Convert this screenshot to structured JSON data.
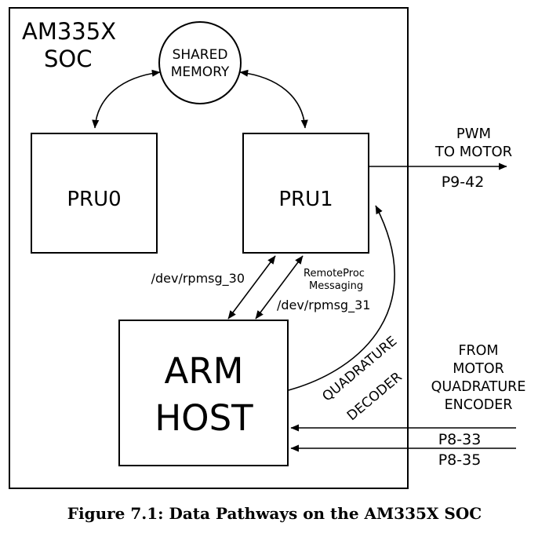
{
  "soc": {
    "title_line1": "AM335X",
    "title_line2": "SOC"
  },
  "shared_memory": {
    "line1": "SHARED",
    "line2": "MEMORY"
  },
  "pru0": {
    "label": "PRU0"
  },
  "pru1": {
    "label": "PRU1"
  },
  "arm_host": {
    "line1": "ARM",
    "line2": "HOST"
  },
  "messaging": {
    "rpmsg30": "/dev/rpmsg_30",
    "remoteproc_line1": "RemoteProc",
    "remoteproc_line2": "Messaging",
    "rpmsg31": "/dev/rpmsg_31"
  },
  "quadrature_decoder": {
    "line1": "QUADRATURE",
    "line2": "DECODER"
  },
  "pwm": {
    "line1": "PWM",
    "line2": "TO MOTOR",
    "pin": "P9-42"
  },
  "encoder": {
    "line1": "FROM",
    "line2": "MOTOR",
    "line3": "QUADRATURE",
    "line4": "ENCODER",
    "pin1": "P8-33",
    "pin2": "P8-35"
  },
  "caption": "Figure 7.1: Data Pathways on the AM335X SOC"
}
